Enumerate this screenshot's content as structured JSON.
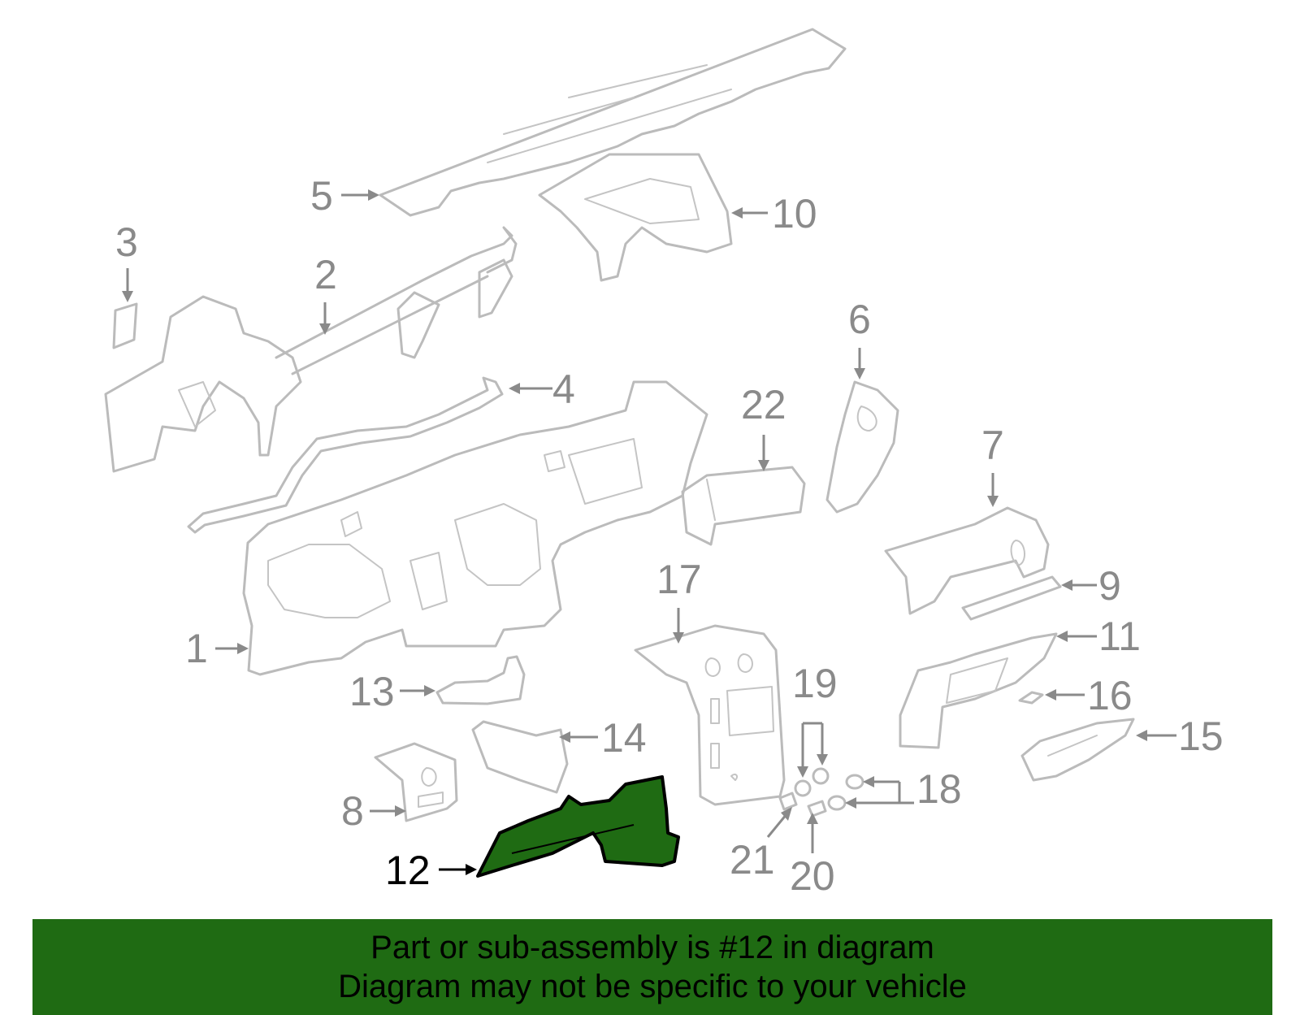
{
  "diagram": {
    "highlighted_part": "12",
    "highlight_color": "#1f6b13",
    "line_color": "#bbbbbb",
    "label_color": "#8a8a8a",
    "callouts": {
      "c1": "1",
      "c2": "2",
      "c3": "3",
      "c4": "4",
      "c5": "5",
      "c6": "6",
      "c7": "7",
      "c8": "8",
      "c9": "9",
      "c10": "10",
      "c11": "11",
      "c12": "12",
      "c13": "13",
      "c14": "14",
      "c15": "15",
      "c16": "16",
      "c17": "17",
      "c18": "18",
      "c19": "19",
      "c20": "20",
      "c21": "21",
      "c22": "22"
    }
  },
  "banner": {
    "line1": "Part or sub-assembly is #12 in diagram",
    "line2": "Diagram may not be specific to your vehicle",
    "background": "#1f6b13"
  }
}
